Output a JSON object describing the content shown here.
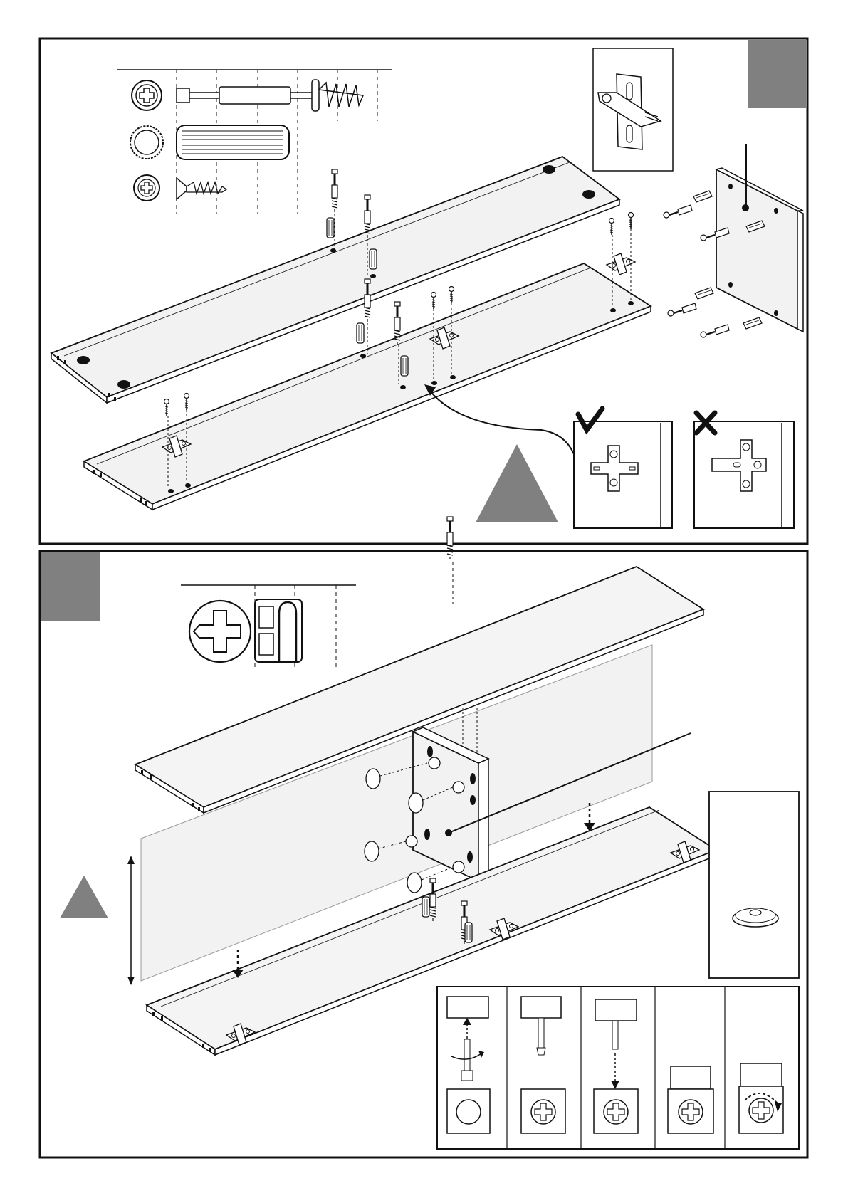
{
  "document": {
    "type": "assembly-instruction-sheet",
    "steps": [
      {
        "panel": "top",
        "step_number_box": {
          "color": "#808080",
          "label": ""
        },
        "parts_legend": [
          {
            "name": "cam-bolt",
            "icon": "phillips-screw-head-icon"
          },
          {
            "name": "wooden-dowel",
            "icon": "dowel-end-icon"
          },
          {
            "name": "countersunk-screw",
            "icon": "pozidriv-head-icon"
          }
        ],
        "detail_views": [
          {
            "name": "hinge-plate-detail",
            "icon": "hinge-plate-icon"
          },
          {
            "name": "correct-orientation",
            "mark": "check-mark-icon"
          },
          {
            "name": "incorrect-orientation",
            "mark": "cross-mark-icon"
          }
        ],
        "warning": {
          "shape": "triangle",
          "color": "#808080"
        }
      },
      {
        "panel": "bottom",
        "step_number_box": {
          "color": "#808080",
          "label": ""
        },
        "parts_legend": [
          {
            "name": "phillips-screw",
            "icon": "phillips-screw-head-icon"
          },
          {
            "name": "back-panel-clip",
            "icon": "u-clip-icon"
          }
        ],
        "detail_views": [
          {
            "name": "felt-pad-detail",
            "icon": "felt-pad-icon"
          },
          {
            "name": "cam-lock-sequence",
            "frames": 5
          }
        ],
        "warning": {
          "shape": "triangle",
          "color": "#808080"
        }
      }
    ],
    "colors": {
      "line": "#1a1a1a",
      "panel_fill": "#f2f2f2",
      "accent_gray": "#808080"
    }
  }
}
